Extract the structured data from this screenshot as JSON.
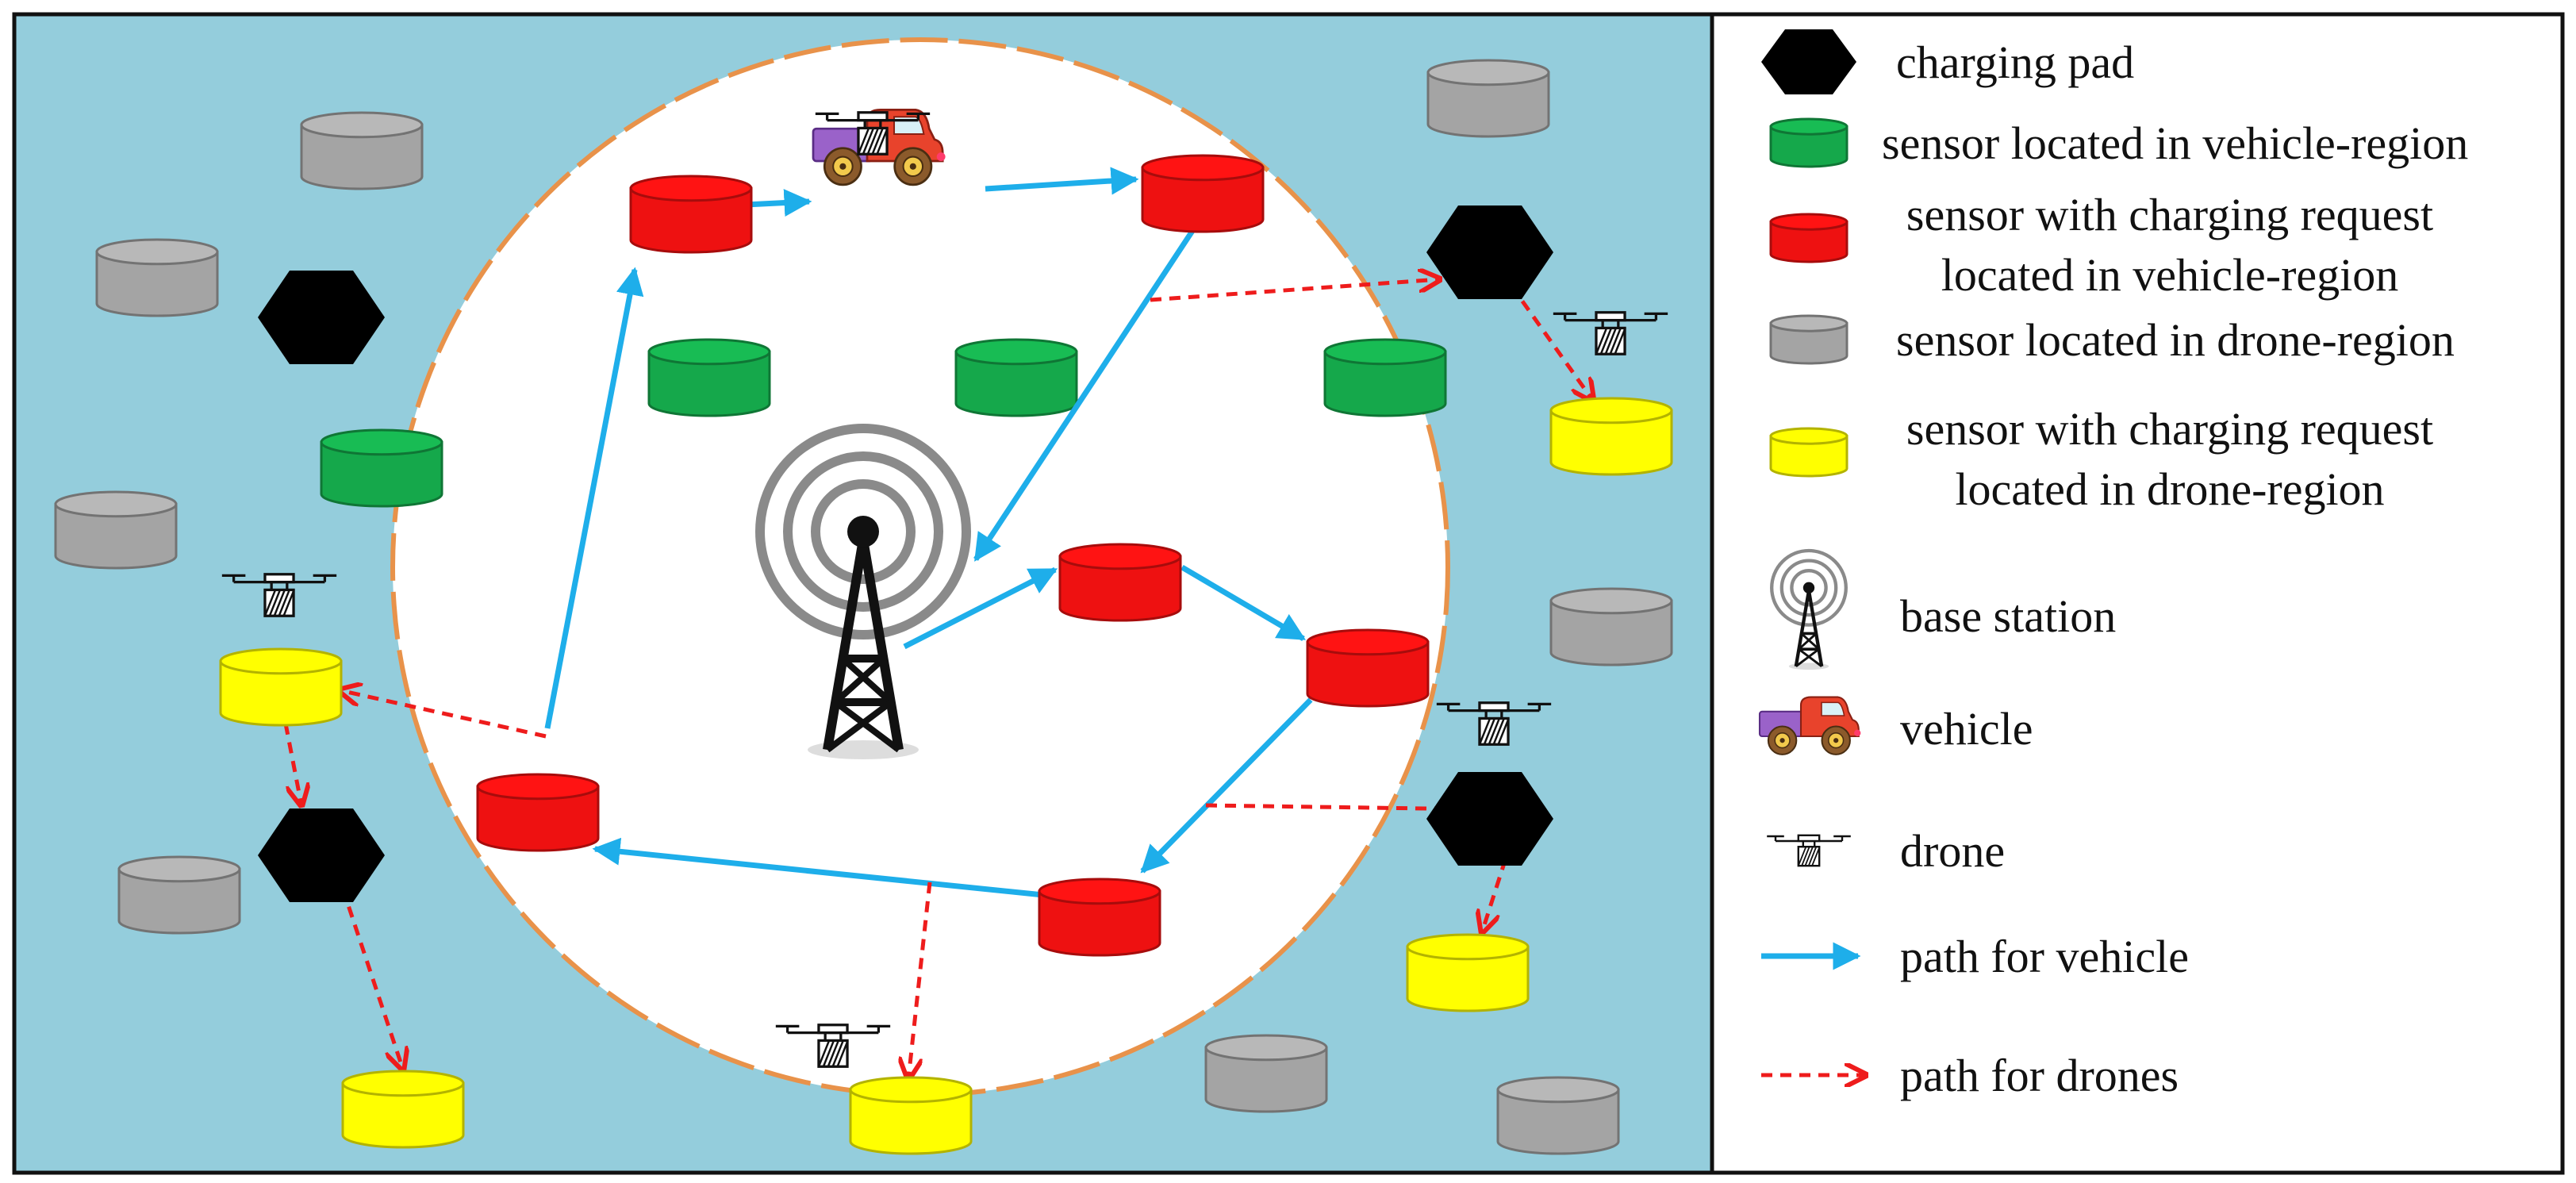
{
  "legend": {
    "items": [
      {
        "key": "charging-pad",
        "lines": [
          "charging pad"
        ]
      },
      {
        "key": "sensor-vehicle-region",
        "lines": [
          "sensor located in vehicle-region"
        ]
      },
      {
        "key": "sensor-request-vehicle-region",
        "lines": [
          "sensor with charging request",
          "located in vehicle-region"
        ]
      },
      {
        "key": "sensor-drone-region",
        "lines": [
          "sensor located in drone-region"
        ]
      },
      {
        "key": "sensor-request-drone-region",
        "lines": [
          "sensor with charging request",
          "located in drone-region"
        ]
      },
      {
        "key": "base-station",
        "lines": [
          "base station"
        ]
      },
      {
        "key": "vehicle",
        "lines": [
          "vehicle"
        ]
      },
      {
        "key": "drone",
        "lines": [
          "drone"
        ]
      },
      {
        "key": "path-vehicle",
        "lines": [
          "path for vehicle"
        ]
      },
      {
        "key": "path-drones",
        "lines": [
          "path for drones"
        ]
      }
    ]
  },
  "colors": {
    "background_region": "#94cddc",
    "vehicle_region": "#ffffff",
    "region_border": "#e8924a",
    "sensor_green": "#15a84b",
    "sensor_red": "#ee1111",
    "sensor_gray": "#a4a4a4",
    "sensor_yellow": "#ffff00",
    "charging_pad": "#000000",
    "vehicle_path": "#1eaeea",
    "drone_path": "#ee1c1c"
  },
  "icons": {
    "charging_pad": "hexagon-icon",
    "sensor": "cylinder-icon",
    "base_station": "radio-tower-icon",
    "vehicle": "truck-icon",
    "drone": "drone-icon",
    "vehicle_path": "solid-arrow-icon",
    "drone_path": "dashed-arrow-icon"
  }
}
